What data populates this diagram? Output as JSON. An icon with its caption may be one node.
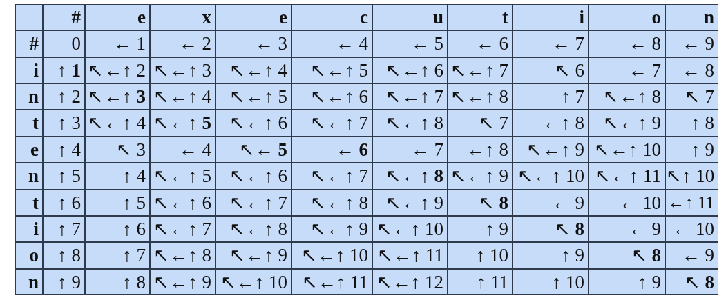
{
  "diagram": {
    "labels": [
      "#",
      "e",
      "x",
      "e",
      "c",
      "u",
      "t",
      "i",
      "o",
      "n",
      "#",
      "0",
      "← 1",
      "← 2",
      "← 3",
      "← 4",
      "← 5",
      "← 6",
      "← 7",
      "← 8",
      "← 9",
      "i",
      "↑ **1**",
      "↖←↑ 2",
      "↖←↑ 3",
      "↖←↑ 4",
      "↖←↑ 5",
      "↖←↑ 6",
      "↖←↑ 7",
      "↖ 6",
      "← 7",
      "← 8",
      "n",
      "↑ 2",
      "↖←↑ **3**",
      "↖←↑ 4",
      "↖←↑ 5",
      "↖←↑ 6",
      "↖←↑ 7",
      "↖←↑ 8",
      "↑ 7",
      "↖←↑ 8",
      "↖ 7",
      "t",
      "↑ 3",
      "↖←↑ 4",
      "↖←↑ **5**",
      "↖←↑ 6",
      "↖←↑ 7",
      "↖←↑ 8",
      "↖ 7",
      "←↑ 8",
      "↖←↑ 9",
      "↑ 8",
      "e",
      "↑ 4",
      "↖ 3",
      "← 4",
      "↖← **5**",
      "← **6**",
      "← 7",
      "←↑ 8",
      "↖←↑ 9",
      "↖←↑ 10",
      "↑ 9",
      "n",
      "↑ 5",
      "↑ 4",
      "↖←↑ 5",
      "↖←↑ 6",
      "↖←↑ 7",
      "↖←↑ **8**",
      "↖←↑ 9",
      "↖←↑ 10",
      "↖←↑ 11",
      "↖↑ 10",
      "t",
      "↑ 6",
      "↑ 5",
      "↖←↑ 6",
      "↖←↑ 7",
      "↖←↑ 8",
      "↖←↑ 9",
      "↖ **8**",
      "← 9",
      "← 10",
      "←↑ 11",
      "i",
      "↑ 7",
      "↑ 6",
      "↖←↑ 7",
      "↖←↑ 8",
      "↖←↑ 9",
      "↖←↑ 10",
      "↑ 9",
      "↖ **8**",
      "← 9",
      "← 10",
      "o",
      "↑ 8",
      "↑ 7",
      "↖←↑ 8",
      "↖←↑ 9",
      "↖←↑ 10",
      "↖←↑ 11",
      "↑ 10",
      "↑ 9",
      "↖ **8**",
      "← 9",
      "n",
      "↑ 9",
      "↑ 8",
      "↖←↑ 9",
      "↖←↑ 10",
      "↖←↑ 11",
      "↖←↑ 12",
      "↑ 11",
      "↑ 10",
      "↑ 9",
      "↖ **8**"
    ]
  }
}
